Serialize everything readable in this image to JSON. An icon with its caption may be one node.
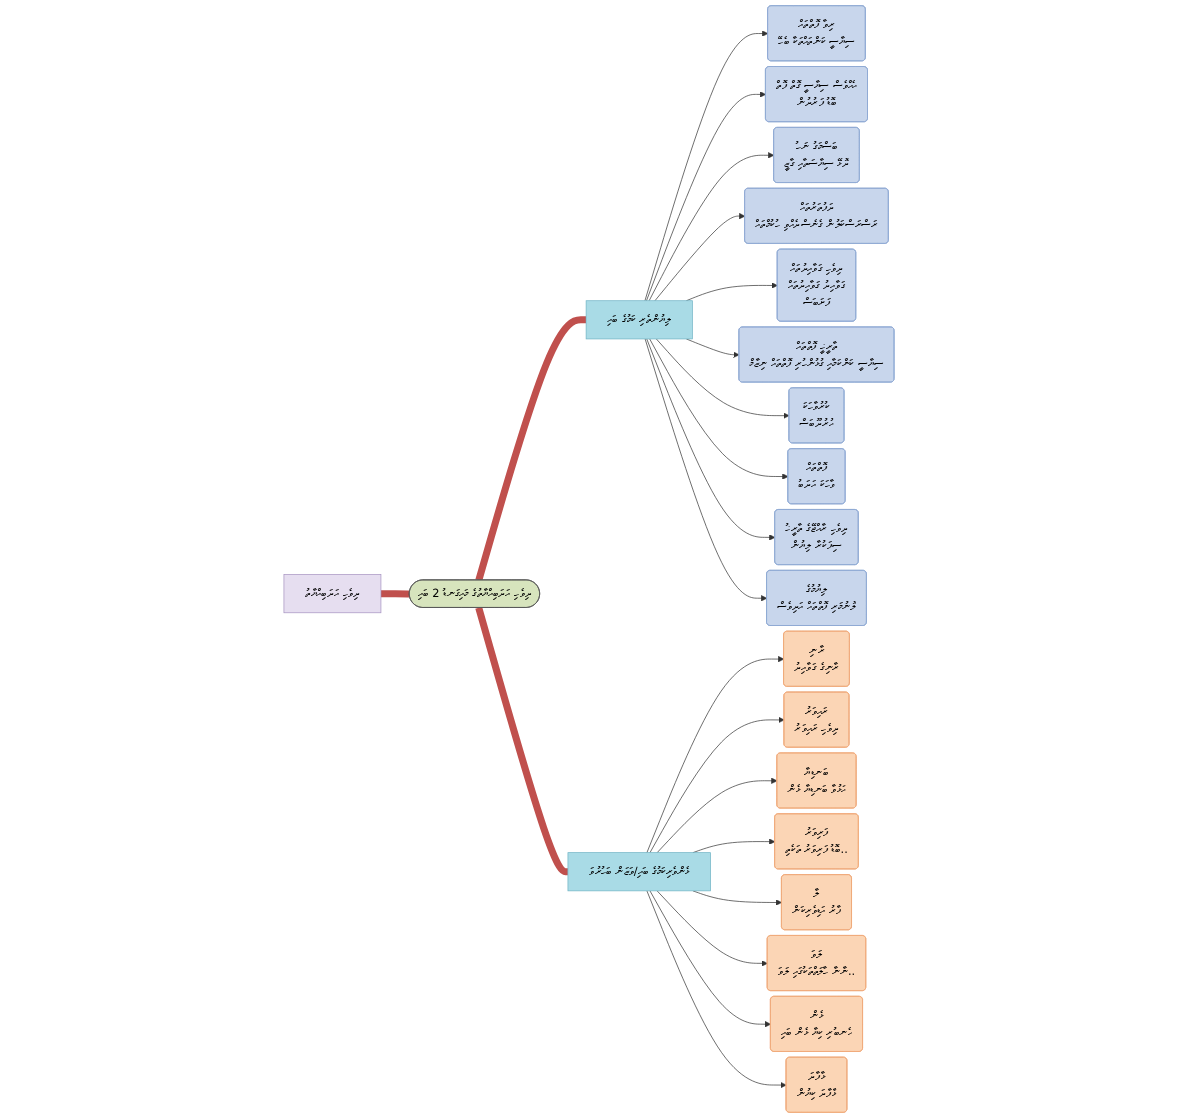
{
  "diagram": {
    "nodes": [
      {
        "text": [
          "ދިވެހި އަދަބިއްޔާތު"
        ]
      },
      {
        "text": [
          "ލިޔުންތެރި ކަމުގެ ބައި"
        ]
      },
      {
        "text": [
          "ދިވެހި އަދަބިއްޔާތުގެ މައިގަނޑު 2 ބައި"
        ]
      },
      {
        "text": [
          "ޅެންވެރިކަމުގެ ބައި/ވަޒަން ބަހުރުވަ"
        ]
      },
      {
        "text": [
          "ރިވާ ފޮތްތައް",
          "ސިޔާސީ ކަންތައްތަކާ ބެހޭ"
        ]
      },
      {
        "text": [
          "އެއްވެސް ސިޔާސީ ގޮތް ފޮތް",
          "ބޮޑު ފަރުދުން"
        ]
      },
      {
        "text": [
          "ބަސްމަގު ނަހު",
          "ދޮޅޭ ސިޔާސަތާއި ގާޒީ"
        ]
      },
      {
        "text": [
          "ދަފުތަރުތައް",
          "ރަސްރަސްކަލުން ގެނެސްދެއްވި ހުކުމްތައް"
        ]
      },
      {
        "text": [
          "ދިވެހި ގަވާއިދުތައް",
          "ގަވާއިދު ގަވާއިދުތައް",
          "ފަށަބަސް"
        ]
      },
      {
        "text": [
          "ތާރީޚީ ފޮތްތައް",
          "ސިޔާސީ ކަންކަމާއި ގުޅުންހުރި ފޮތްތައް ނިޒާމް"
        ]
      },
      {
        "text": [
          "ކުރުވާހަކަ",
          "އުރުދޫބަސް"
        ]
      },
      {
        "text": [
          "ފޮތްތައް",
          "ވާހަކަ އަދަބު"
        ]
      },
      {
        "text": [
          "ދިވެހި ރާއްޖޭގެ ތާރީޚު",
          "ސިފަކުރާ ލިޔުން"
        ]
      },
      {
        "text": [
          "ލިޔުމުގެ",
          "ލޮނުމަރި ފޮތްތައް އަދިވެސް"
        ]
      },
      {
        "text": [
          "ރާނި",
          "ރާނިގެ ގަވާއިދު"
        ]
      },
      {
        "text": [
          "ރައިވަރު",
          "ދިވެހި ރައިވަރު"
        ]
      },
      {
        "text": [
          "ބަނޑިޔާ",
          "އަޅުވާ ބަނޑިޔާ ޅެން"
        ]
      },
      {
        "text": [
          "ފަރިވަރު",
          "ބޮޑު ފަރިވަރު ތަކެތި.."
        ]
      },
      {
        "text": [
          "ލާ",
          "ފާރު އަޑިވެރިކަން"
        ]
      },
      {
        "text": [
          "ލަވަ",
          "ނާނާ ހާލަތްތަކުގައި ލަވަ.."
        ]
      },
      {
        "text": [
          "ޅެން",
          "އެނބުރި ކިޔާ ޅެން ބައި"
        ]
      },
      {
        "text": [
          "ޅާފާދަ",
          "ޅާފާދަ ކިޔުން"
        ]
      }
    ],
    "edges": [
      {
        "from": 0,
        "to": 2,
        "arrow": "none",
        "style": "thick",
        "color": "#c0504d"
      },
      {
        "from": 2,
        "to": 1,
        "arrow": "none",
        "style": "thick",
        "color": "#c0504d"
      },
      {
        "from": 2,
        "to": 3,
        "arrow": "none",
        "style": "thick",
        "color": "#c0504d"
      },
      {
        "from": 1,
        "to": 4,
        "arrow": "to"
      },
      {
        "from": 1,
        "to": 5,
        "arrow": "to"
      },
      {
        "from": 1,
        "to": 6,
        "arrow": "to"
      },
      {
        "from": 1,
        "to": 7,
        "arrow": "to"
      },
      {
        "from": 1,
        "to": 8,
        "arrow": "to"
      },
      {
        "from": 1,
        "to": 9,
        "arrow": "to"
      },
      {
        "from": 1,
        "to": 10,
        "arrow": "to"
      },
      {
        "from": 1,
        "to": 11,
        "arrow": "to"
      },
      {
        "from": 1,
        "to": 12,
        "arrow": "to"
      },
      {
        "from": 1,
        "to": 13,
        "arrow": "to"
      },
      {
        "from": 3,
        "to": 14,
        "arrow": "to"
      },
      {
        "from": 3,
        "to": 15,
        "arrow": "to"
      },
      {
        "from": 3,
        "to": 16,
        "arrow": "to"
      },
      {
        "from": 3,
        "to": 17,
        "arrow": "to"
      },
      {
        "from": 3,
        "to": 18,
        "arrow": "to"
      },
      {
        "from": 3,
        "to": 19,
        "arrow": "to"
      },
      {
        "from": 3,
        "to": 20,
        "arrow": "to"
      },
      {
        "from": 3,
        "to": 21,
        "arrow": "to"
      }
    ]
  }
}
